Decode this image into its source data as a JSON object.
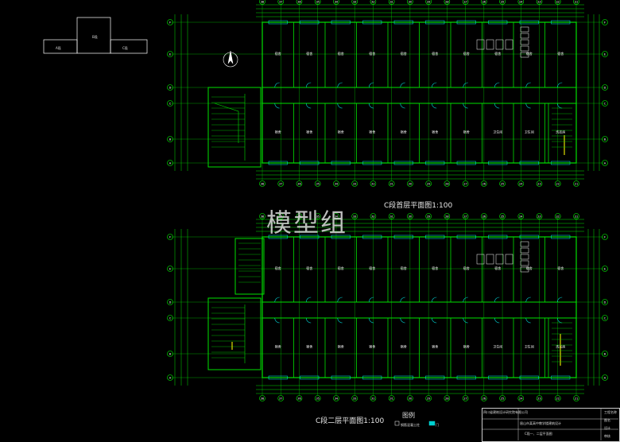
{
  "key_plan": {
    "left_label": "A段",
    "center_label": "B段",
    "right_label": "C段"
  },
  "plans": [
    {
      "title": "C段首层平面图1:100"
    },
    {
      "title": "C段二层平面图1:100"
    }
  ],
  "watermark": "模型组",
  "legend": {
    "title": "图例",
    "items": [
      "钢筋混凝土柱",
      "门"
    ]
  },
  "title_block": {
    "company": "四川省建筑设计研究院有限公司",
    "project": "眉山市某高中教学楼建筑设计",
    "drawing": "C段一、二层平面图",
    "rows": [
      "工程名称",
      "图名",
      "设计",
      "审核"
    ]
  },
  "grid_labels_top": [
    "38",
    "37",
    "36",
    "35",
    "34",
    "33",
    "32",
    "31",
    "30",
    "29",
    "28",
    "27",
    "26",
    "25",
    "24",
    "23",
    "22",
    "21"
  ],
  "grid_labels_left": [
    "F",
    "E",
    "D",
    "C",
    "B",
    "A"
  ],
  "room_labels": [
    "宿舍",
    "宿舍",
    "宿舍",
    "宿舍",
    "宿舍",
    "宿舍",
    "宿舍",
    "宿舍",
    "宿舍",
    "宿舍",
    "卫生间",
    "卫生间",
    "洗衣房",
    "活动室",
    "活动室"
  ],
  "colors": {
    "background": "#000000",
    "wall": "#00e000",
    "dimension": "#00e000",
    "window": "#00d0d0",
    "text": "#ffffff",
    "axis_circle": "#00ff00"
  }
}
